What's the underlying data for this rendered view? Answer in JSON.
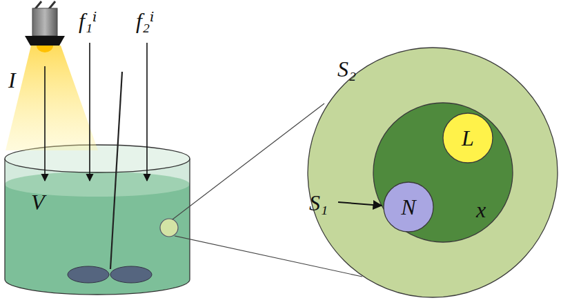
{
  "diagram": {
    "nodes": [
      {
        "text": [
          "V"
        ]
      },
      {
        "text": [
          "S₂"
        ]
      },
      {
        "text": [
          "x"
        ],
        "in": 1
      },
      {
        "text": [
          "L"
        ],
        "in": 2
      },
      {
        "text": [
          "N"
        ],
        "in": 2
      }
    ],
    "labels": [
      "I",
      "f₁ⁱ",
      "f₂ⁱ",
      "S₁"
    ]
  }
}
